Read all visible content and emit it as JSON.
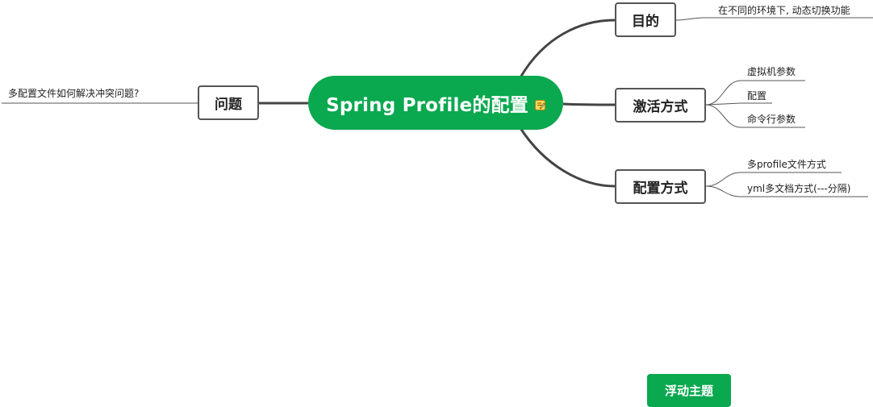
{
  "central_topic": {
    "label": "Spring Profile的配置",
    "note_icon": "note-icon",
    "color": "#0aa84f"
  },
  "branches": {
    "purpose": {
      "label": "目的",
      "leaves": [
        "在不同的环境下, 动态切换功能"
      ]
    },
    "activation": {
      "label": "激活方式",
      "leaves": [
        "虚拟机参数",
        "配置",
        "命令行参数"
      ]
    },
    "configuration": {
      "label": "配置方式",
      "leaves": [
        "多profile文件方式",
        "yml多文档方式(---分隔)"
      ]
    },
    "problem": {
      "label": "问题",
      "leaves": [
        "多配置文件如何解决冲突问题?"
      ]
    }
  },
  "floating_button": {
    "label": "浮动主题",
    "color": "#0aa84f"
  },
  "colors": {
    "connector": "#444444",
    "border": "#555555",
    "text": "#222222"
  }
}
